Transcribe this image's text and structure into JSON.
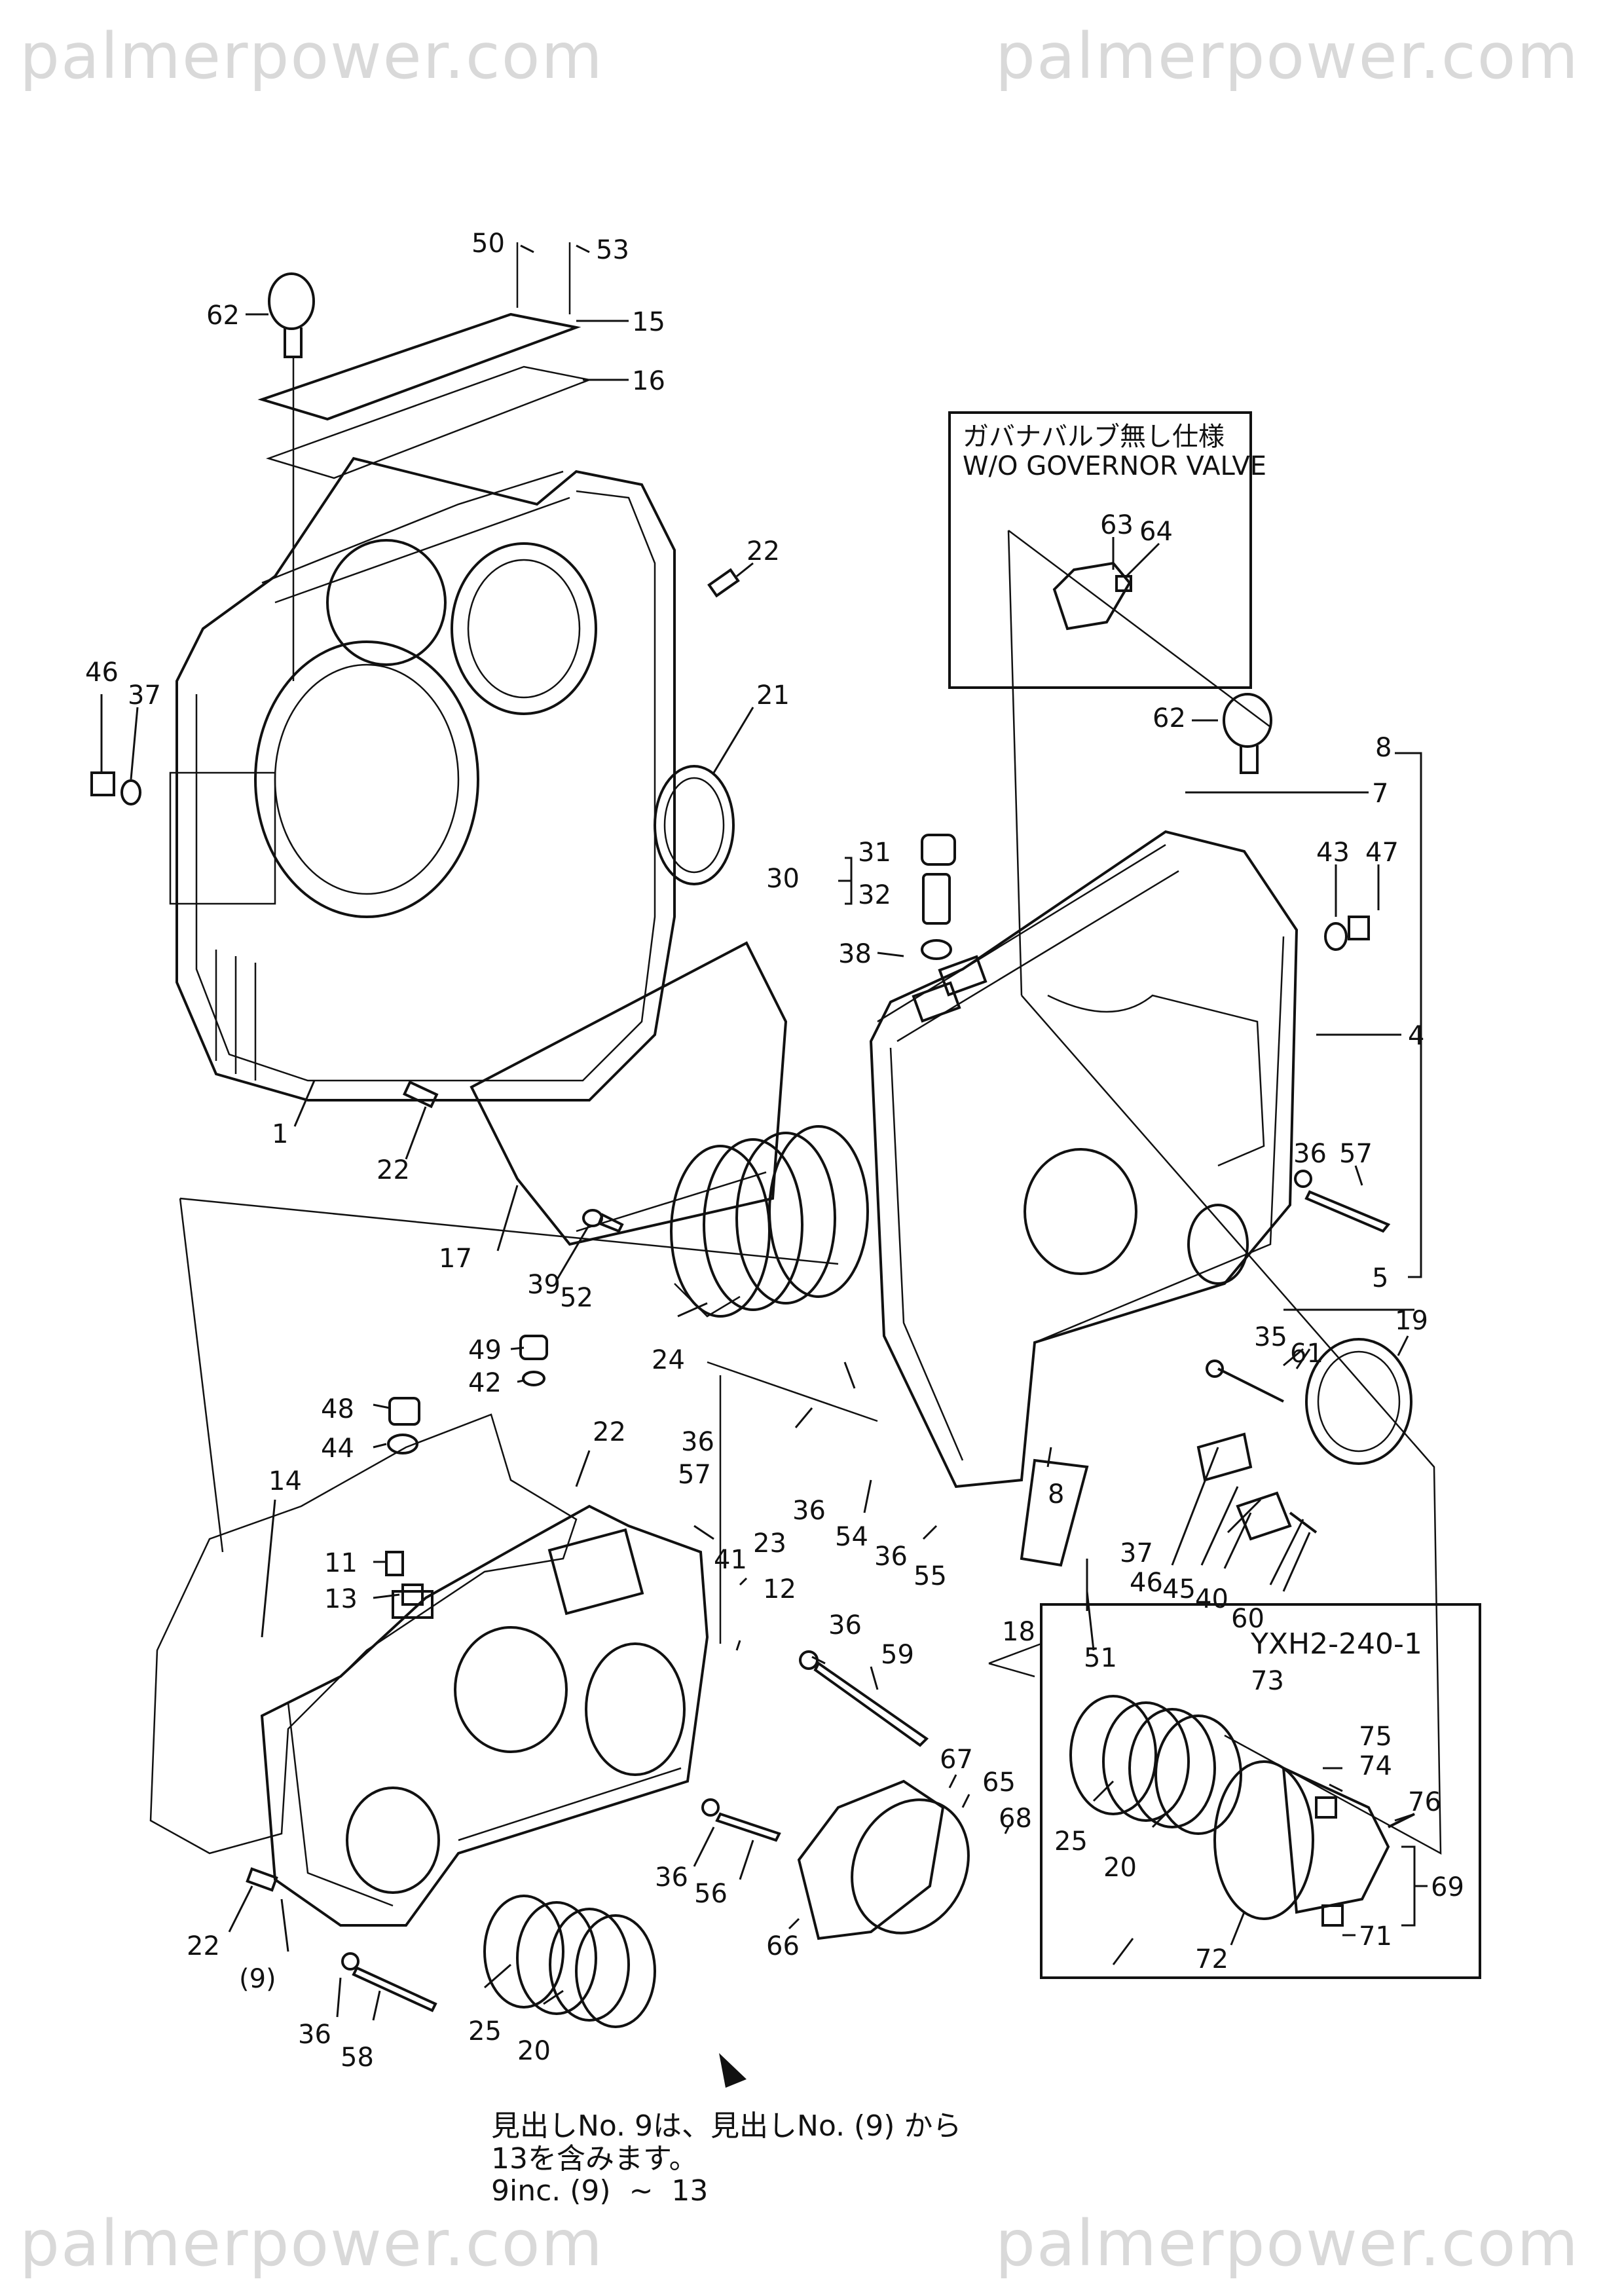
{
  "watermarks": [
    "palmerpower.com",
    "palmerpower.com",
    "palmerpower.com",
    "palmerpower.com"
  ],
  "callouts": {
    "p50": "50",
    "p53": "53",
    "p62a": "62",
    "p15": "15",
    "p16": "16",
    "p22a": "22",
    "p46": "46",
    "p37a": "37",
    "p21": "21",
    "p1": "1",
    "p22b": "22",
    "p17": "17",
    "p39": "39",
    "p52": "52",
    "p24": "24",
    "p49": "49",
    "p42": "42",
    "p48": "48",
    "p44": "44",
    "p22c": "22",
    "p14": "14",
    "p11": "11",
    "p13": "13",
    "p41": "41",
    "p23": "23",
    "p12": "12",
    "p36a": "36",
    "p57a": "57",
    "p36b": "36",
    "p54": "54",
    "p36c": "36",
    "p55": "55",
    "p31": "31",
    "p30": "30",
    "p32": "32",
    "p38": "38",
    "p62b": "62",
    "p8a": "8",
    "p7": "7",
    "p43": "43",
    "p47": "47",
    "p4": "4",
    "p36d": "36",
    "p57b": "57",
    "p5": "5",
    "p35": "35",
    "p61": "61",
    "p19": "19",
    "p8b": "8",
    "p18": "18",
    "p51": "51",
    "p37b": "37",
    "p46b": "46",
    "p45": "45",
    "p40": "40",
    "p60": "60",
    "p63": "63",
    "p64": "64",
    "p36e": "36",
    "p59": "59",
    "p67": "67",
    "p65": "65",
    "p68": "68",
    "p36f": "36",
    "p56": "56",
    "p66": "66",
    "p22d": "22",
    "p9": "(9)",
    "p36g": "36",
    "p58": "58",
    "p25a": "25",
    "p20a": "20",
    "p73": "73",
    "p75": "75",
    "p74": "74",
    "p76": "76",
    "p25b": "25",
    "p20b": "20",
    "p69": "69",
    "p71": "71",
    "p72": "72"
  },
  "inset_governor": {
    "title_jp": "ガバナバルブ無し仕様",
    "title_en": "W/O GOVERNOR VALVE"
  },
  "inset_yxh": {
    "code": "YXH2-240-1"
  },
  "note": {
    "line1": "見出しNo. 9は、見出しNo. (9) から",
    "line2": "13を含みます。",
    "line3": "9inc. (9)  ~  13"
  }
}
